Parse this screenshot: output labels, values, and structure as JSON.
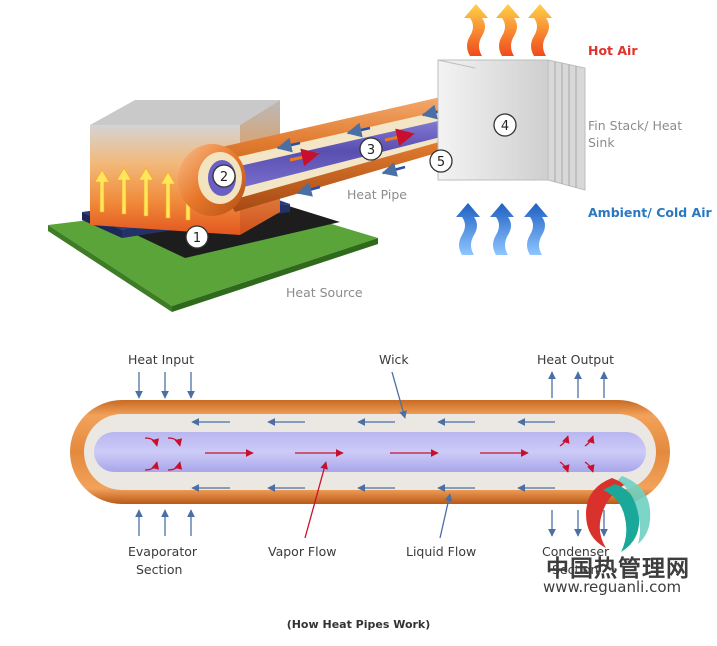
{
  "top_diagram": {
    "hot_air": "Hot Air",
    "fin_stack": "Fin Stack/ Heat",
    "fin_stack_line2": "Sink",
    "ambient_air": "Ambient/ Cold Air",
    "heat_pipe": "Heat Pipe",
    "heat_source": "Heat Source",
    "markers": [
      "1",
      "2",
      "3",
      "4",
      "5"
    ],
    "colors": {
      "hot": "#e0322b",
      "cold": "#2a78c0",
      "copper": "#e07a2e",
      "vapor": "#6f64c8"
    }
  },
  "bottom_diagram": {
    "heat_input": "Heat Input",
    "wick": "Wick",
    "heat_output": "Heat Output",
    "evaporator_line1": "Evaporator",
    "evaporator_line2": "Section",
    "vapor_flow": "Vapor Flow",
    "liquid_flow": "Liquid Flow",
    "condenser_line1": "Condenser",
    "condenser_line2": "Section"
  },
  "watermark": {
    "name": "中国热管理网",
    "url": "www.reguanli.com",
    "colors": {
      "red": "#d9312b",
      "teal": "#1aa89a"
    }
  },
  "caption": "(How Heat Pipes Work)"
}
